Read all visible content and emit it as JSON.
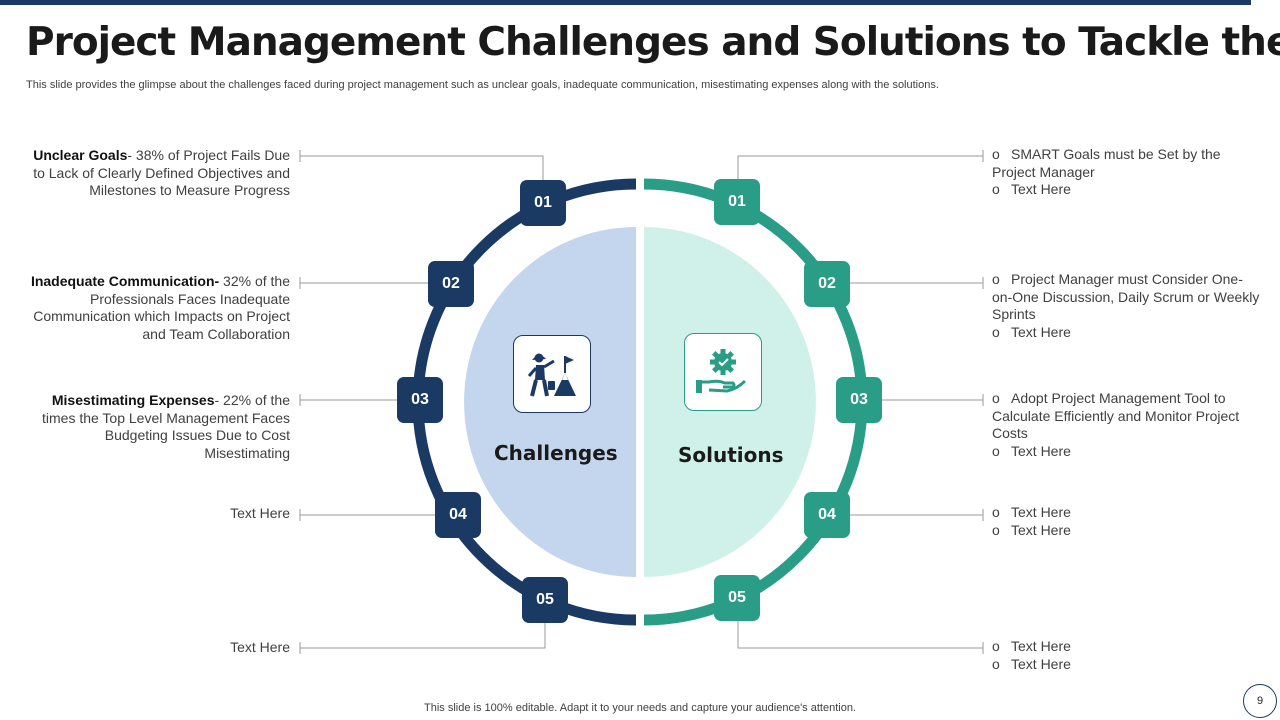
{
  "title": "Project Management Challenges and Solutions to Tackle them",
  "subtitle": "This slide provides the glimpse about the challenges faced during project management such as unclear goals, inadequate communication, misestimating expenses along with the solutions.",
  "colors": {
    "navy": "#1b3a63",
    "teal": "#2a9d87",
    "light_blue": "#c3d6ee",
    "light_teal": "#d0f1ea"
  },
  "challenges": {
    "label": "Challenges",
    "icon": "mountain-flag-icon",
    "items": [
      {
        "num": "01",
        "bold": "Unclear Goals",
        "text": "- 38% of Project Fails Due to Lack of Clearly Defined Objectives and Milestones to Measure Progress"
      },
      {
        "num": "02",
        "bold": "Inadequate Communication-",
        "text": " 32% of the Professionals Faces Inadequate Communication which Impacts on Project and Team Collaboration"
      },
      {
        "num": "03",
        "bold": "Misestimating Expenses",
        "text": "- 22% of the times the Top Level Management Faces Budgeting Issues Due to Cost Misestimating"
      },
      {
        "num": "04",
        "bold": "",
        "text": "Text Here"
      },
      {
        "num": "05",
        "bold": "",
        "text": "Text Here"
      }
    ]
  },
  "solutions": {
    "label": "Solutions",
    "icon": "gear-hand-icon",
    "bullet": "o",
    "items": [
      {
        "num": "01",
        "lines": [
          "SMART Goals must be Set by the Project Manager",
          "Text Here"
        ]
      },
      {
        "num": "02",
        "lines": [
          "Project Manager must Consider One-on-One Discussion, Daily Scrum or Weekly Sprints",
          "Text Here"
        ]
      },
      {
        "num": "03",
        "lines": [
          "Adopt Project Management Tool to Calculate Efficiently and Monitor Project Costs",
          "Text Here"
        ]
      },
      {
        "num": "04",
        "lines": [
          "Text Here",
          "Text Here"
        ]
      },
      {
        "num": "05",
        "lines": [
          "Text Here",
          "Text Here"
        ]
      }
    ]
  },
  "footer": "This slide is 100% editable. Adapt it to your needs and capture your audience's attention.",
  "page_number": "9"
}
